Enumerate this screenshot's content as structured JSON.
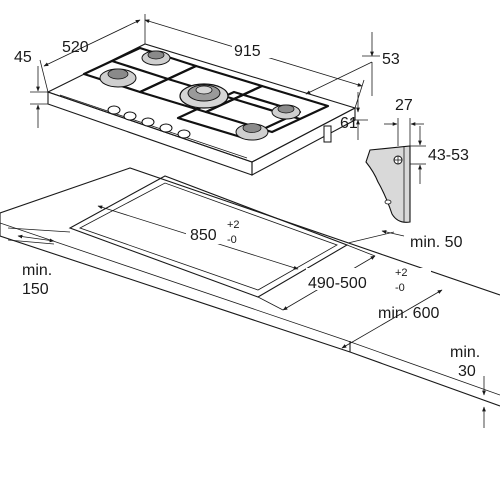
{
  "dimensions": {
    "hob_depth": "520",
    "hob_width": "915",
    "hob_height": "45",
    "control_offset": "53",
    "clip_height": "61",
    "clip_width": "27",
    "worktop_thickness": "43-53",
    "cutout_width": "850",
    "cutout_width_tol_plus": "+2",
    "cutout_width_tol_minus": "-0",
    "cutout_depth": "490-500",
    "cutout_depth_tol_plus": "+2",
    "cutout_depth_tol_minus": "-0",
    "min_back": "min. 50",
    "min_front": "min. 600",
    "min_side_1": "min.",
    "min_side_2": "150",
    "min_worktop_1": "min.",
    "min_worktop_2": "30"
  }
}
